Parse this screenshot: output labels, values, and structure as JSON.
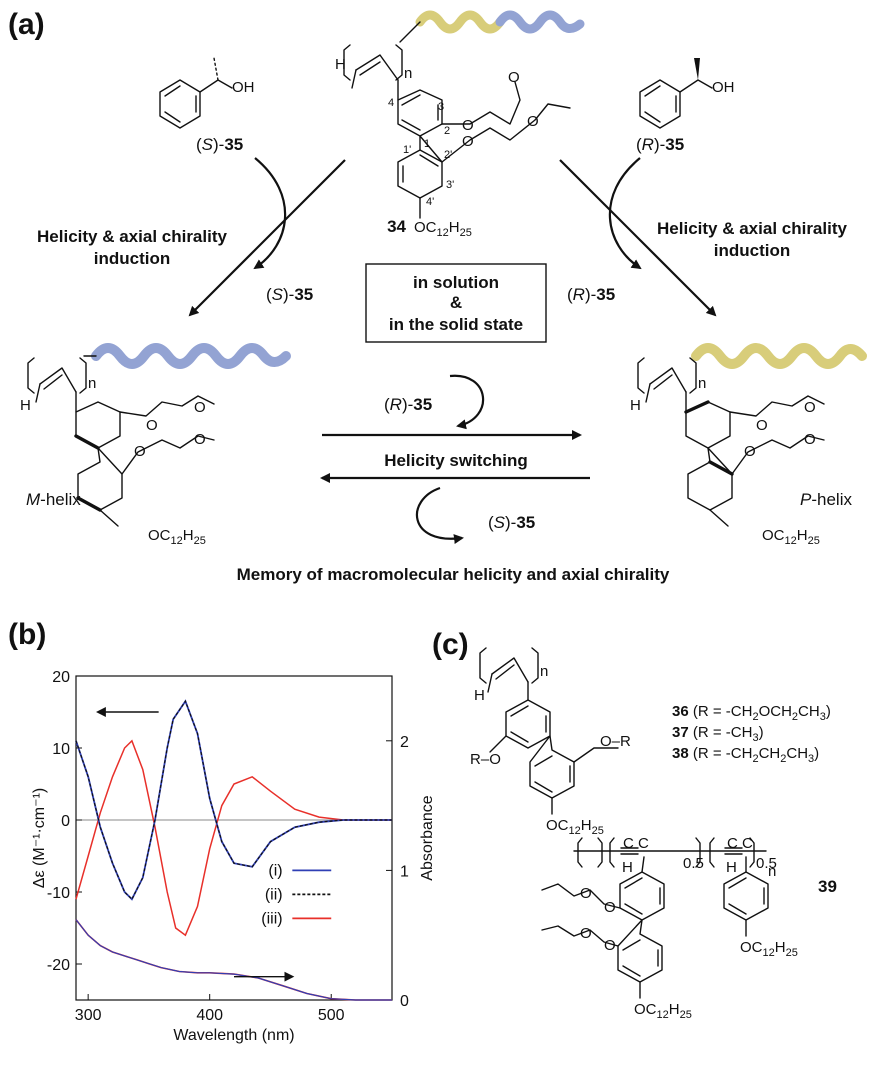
{
  "panels": {
    "a": "(a)",
    "b": "(b)",
    "c": "(c)"
  },
  "scheme": {
    "top_compound": "34",
    "left_reagent": {
      "pre": "(",
      "ital": "S",
      "post": ")-",
      "num": "35"
    },
    "right_reagent": {
      "pre": "(",
      "ital": "R",
      "post": ")-",
      "num": "35"
    },
    "induction_line1": "Helicity & axial chirality",
    "induction_line2": "induction",
    "box_line1": "in solution",
    "box_line2": "&",
    "box_line3": "in the solid state",
    "left_helix": {
      "ital": "M",
      "rest": "-helix"
    },
    "right_helix": {
      "ital": "P",
      "rest": "-helix"
    },
    "switching": "Helicity switching",
    "memory": "Memory of macromolecular helicity and axial chirality",
    "oh": "OH",
    "n": "n",
    "h": "H",
    "oc12": "OC",
    "oc12_sub1": "12",
    "oc12_h": "H",
    "oc12_sub2": "25",
    "pos": {
      "p4": "4",
      "p3": "3",
      "p2": "2",
      "p1": "1",
      "p1p": "1'",
      "p2p": "2'",
      "p3p": "3'",
      "p4p": "4'"
    }
  },
  "chart_data": {
    "type": "line",
    "xlabel": "Wavelength (nm)",
    "ylabel": "Δε (M⁻¹·cm⁻¹)",
    "y2label": "Absorbance",
    "xlim": [
      290,
      550
    ],
    "ylim": [
      -25,
      20
    ],
    "y2lim": [
      0,
      2.5
    ],
    "xticks": [
      300,
      400,
      500
    ],
    "yticks": [
      20,
      10,
      0,
      -10,
      -20
    ],
    "y2ticks": [
      0,
      1,
      2
    ],
    "legend": [
      "(i)",
      "(ii)",
      "(iii)"
    ],
    "colors": {
      "i": "#2f3fb5",
      "ii": "#111111",
      "iii": "#e8302a"
    },
    "cd_i": {
      "x": [
        290,
        300,
        310,
        320,
        330,
        336,
        345,
        355,
        365,
        370,
        380,
        390,
        400,
        410,
        420,
        435,
        450,
        470,
        490,
        510,
        530,
        550
      ],
      "y": [
        11,
        6,
        -1,
        -6,
        -10,
        -11,
        -8,
        0,
        10,
        14,
        16.5,
        12,
        3,
        -3,
        -6,
        -6.5,
        -3,
        -1,
        -0.3,
        0,
        0,
        0
      ]
    },
    "cd_iii": {
      "x": [
        290,
        300,
        310,
        320,
        330,
        336,
        345,
        355,
        365,
        372,
        380,
        390,
        400,
        410,
        420,
        435,
        450,
        470,
        490,
        510,
        530,
        550
      ],
      "y": [
        -11,
        -5,
        1,
        6,
        10,
        11,
        7,
        -1,
        -10,
        -15,
        -16,
        -12,
        -4,
        2,
        5,
        6,
        4,
        1.5,
        0.4,
        0,
        0,
        0
      ]
    },
    "abs": {
      "x": [
        290,
        300,
        310,
        320,
        330,
        340,
        350,
        360,
        375,
        390,
        400,
        420,
        440,
        460,
        480,
        500,
        520,
        550
      ],
      "y": [
        0.62,
        0.5,
        0.42,
        0.37,
        0.34,
        0.31,
        0.28,
        0.25,
        0.22,
        0.21,
        0.21,
        0.2,
        0.17,
        0.11,
        0.05,
        0.01,
        0,
        0
      ]
    }
  },
  "panel_c": {
    "c36": {
      "num": "36",
      "pre": " (R = -CH",
      "s1": "2",
      "mid": "OCH",
      "s2": "2",
      "mid2": "CH",
      "s3": "3",
      "post": ")"
    },
    "c37": {
      "num": "37",
      "pre": " (R = -CH",
      "s1": "3",
      "post": ")"
    },
    "c38": {
      "num": "38",
      "pre": " (R = -CH",
      "s1": "2",
      "mid": "CH",
      "s2": "2",
      "mid2": "CH",
      "s3": "3",
      "post": ")"
    },
    "c39": "39",
    "r": "R",
    "o": "O",
    "sub05": "0.5"
  }
}
